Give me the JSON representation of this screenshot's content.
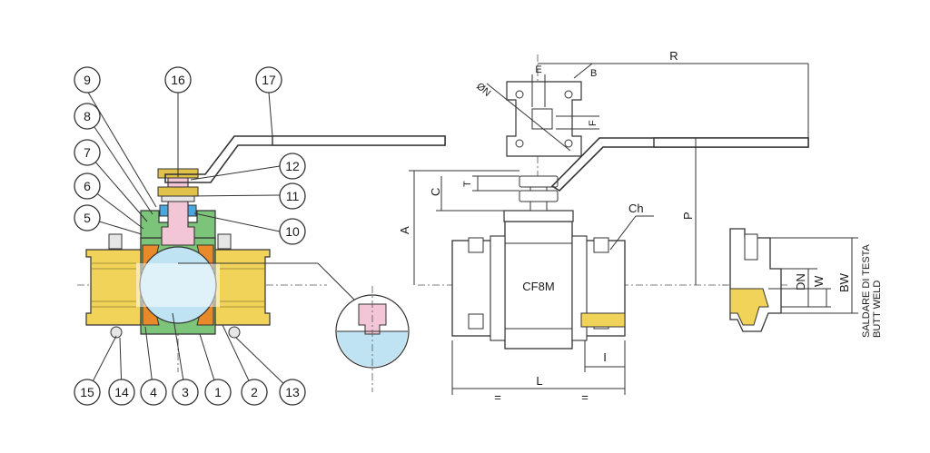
{
  "colors": {
    "body_yellow": "#f2d35a",
    "seat_orange": "#e8892a",
    "ball_blue": "#bfe3f2",
    "stem_pink": "#f2c6d6",
    "cap_green": "#7cc47a",
    "gland_blue": "#4aa6dc",
    "bolt_yellow": "#e0c24a",
    "steel_grey": "#e6e6e6"
  },
  "part_numbers": [
    "1",
    "2",
    "3",
    "4",
    "5",
    "6",
    "7",
    "8",
    "9",
    "10",
    "11",
    "12",
    "13",
    "14",
    "15",
    "16",
    "17"
  ],
  "dimensions": {
    "R": "R",
    "E": "E",
    "B": "B",
    "N": "ØN",
    "F": "F",
    "T": "T",
    "C": "C",
    "A": "A",
    "P": "P",
    "Ch": "Ch",
    "L": "L",
    "I": "I",
    "eq": "=",
    "DN": "DN",
    "W": "W",
    "BW": "BW"
  },
  "body_marking": "CF8M",
  "weld_label": {
    "line1": "SALDARE DI TESTA",
    "line2": "BUTT WELD"
  }
}
